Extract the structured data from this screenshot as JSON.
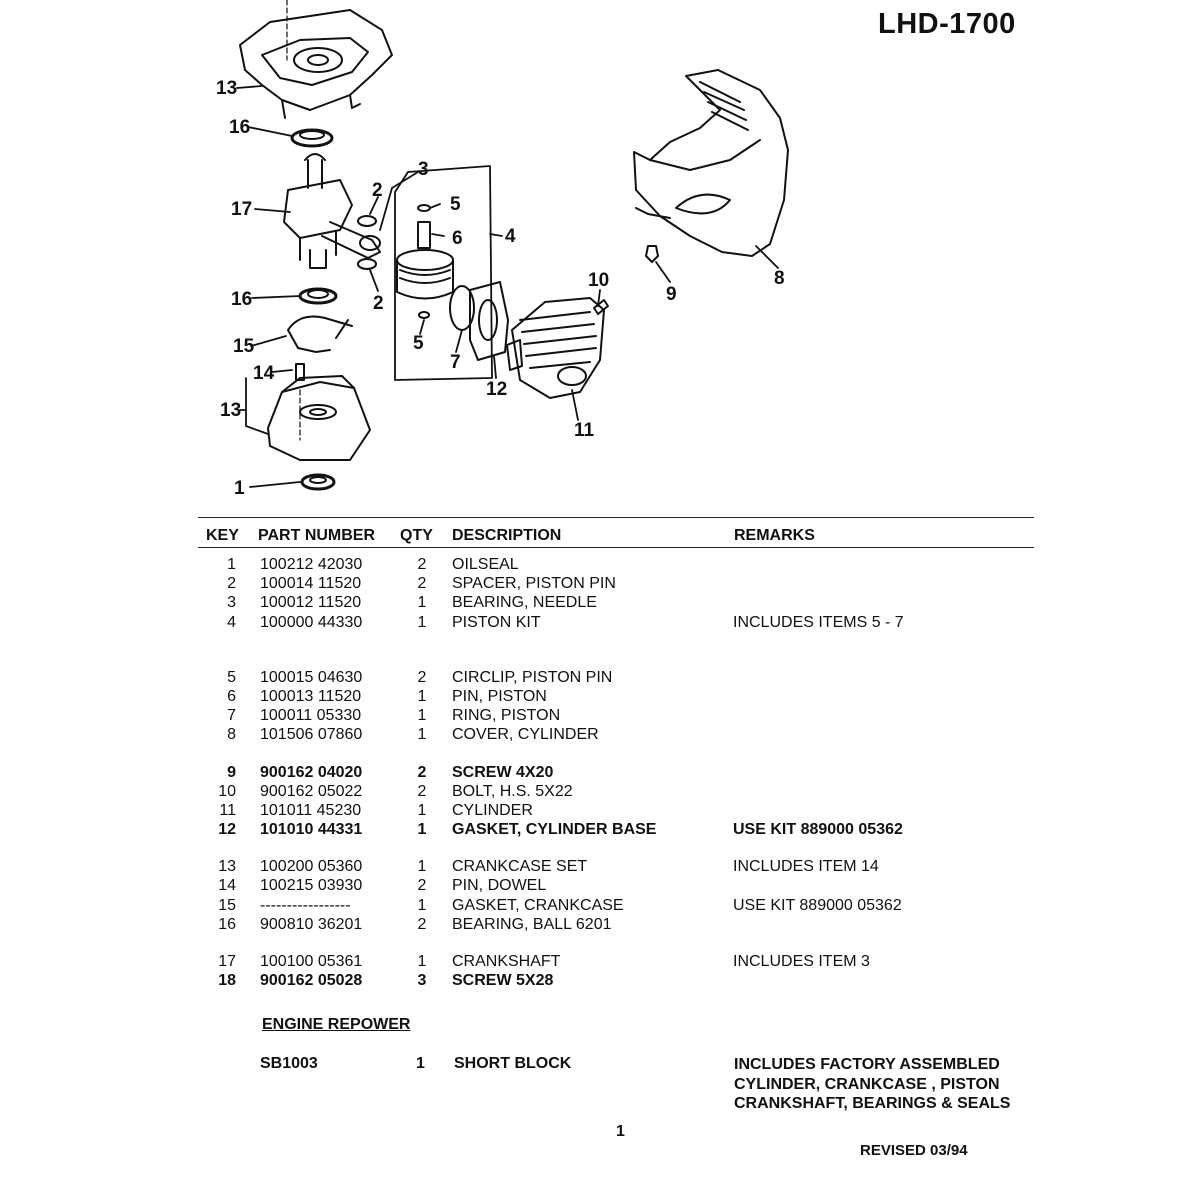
{
  "document": {
    "model": "LHD-1700",
    "page_number": "1",
    "revised": "REVISED 03/94"
  },
  "diagram": {
    "callouts": [
      "13",
      "16",
      "17",
      "2",
      "3",
      "5",
      "6",
      "4",
      "2",
      "16",
      "5",
      "7",
      "15",
      "14",
      "13",
      "1",
      "10",
      "9",
      "8",
      "12",
      "11"
    ]
  },
  "table": {
    "headers": {
      "key": "KEY",
      "part_number": "PART NUMBER",
      "qty": "QTY",
      "description": "DESCRIPTION",
      "remarks": "REMARKS"
    },
    "rows": [
      {
        "key": "1",
        "part": "100212 42030",
        "qty": "2",
        "desc": "OILSEAL",
        "remarks": ""
      },
      {
        "key": "2",
        "part": "100014 11520",
        "qty": "2",
        "desc": "SPACER, PISTON PIN",
        "remarks": ""
      },
      {
        "key": "3",
        "part": "100012 11520",
        "qty": "1",
        "desc": "BEARING, NEEDLE",
        "remarks": ""
      },
      {
        "key": "4",
        "part": "100000 44330",
        "qty": "1",
        "desc": "PISTON KIT",
        "remarks": "INCLUDES ITEMS 5 - 7"
      },
      {
        "key": "5",
        "part": "100015 04630",
        "qty": "2",
        "desc": "CIRCLIP, PISTON PIN",
        "remarks": ""
      },
      {
        "key": "6",
        "part": "100013 11520",
        "qty": "1",
        "desc": "PIN, PISTON",
        "remarks": ""
      },
      {
        "key": "7",
        "part": "100011 05330",
        "qty": "1",
        "desc": "RING, PISTON",
        "remarks": ""
      },
      {
        "key": "8",
        "part": "101506 07860",
        "qty": "1",
        "desc": "COVER, CYLINDER",
        "remarks": ""
      },
      {
        "key": "9",
        "part": "900162 04020",
        "qty": "2",
        "desc": "SCREW  4X20",
        "remarks": ""
      },
      {
        "key": "10",
        "part": "900162 05022",
        "qty": "2",
        "desc": "BOLT, H.S.  5X22",
        "remarks": ""
      },
      {
        "key": "11",
        "part": "101011 45230",
        "qty": "1",
        "desc": "CYLINDER",
        "remarks": ""
      },
      {
        "key": "12",
        "part": "101010 44331",
        "qty": "1",
        "desc": "GASKET, CYLINDER BASE",
        "remarks": "USE KIT 889000 05362"
      },
      {
        "key": "13",
        "part": "100200 05360",
        "qty": "1",
        "desc": "CRANKCASE SET",
        "remarks": "INCLUDES ITEM 14"
      },
      {
        "key": "14",
        "part": "100215 03930",
        "qty": "2",
        "desc": "PIN, DOWEL",
        "remarks": ""
      },
      {
        "key": "15",
        "part": "-----------------",
        "qty": "1",
        "desc": "GASKET, CRANKCASE",
        "remarks": "USE KIT 889000 05362"
      },
      {
        "key": "16",
        "part": "900810 36201",
        "qty": "2",
        "desc": "BEARING, BALL  6201",
        "remarks": ""
      },
      {
        "key": "17",
        "part": "100100 05361",
        "qty": "1",
        "desc": "CRANKSHAFT",
        "remarks": "INCLUDES ITEM 3"
      },
      {
        "key": "18",
        "part": "900162 05028",
        "qty": "3",
        "desc": "SCREW  5X28",
        "remarks": ""
      }
    ]
  },
  "engine_repower": {
    "title": "ENGINE REPOWER",
    "part": "SB1003",
    "qty": "1",
    "desc": "SHORT BLOCK",
    "remarks": [
      "INCLUDES FACTORY ASSEMBLED",
      "CYLINDER, CRANKCASE , PISTON",
      "CRANKSHAFT, BEARINGS & SEALS"
    ]
  }
}
